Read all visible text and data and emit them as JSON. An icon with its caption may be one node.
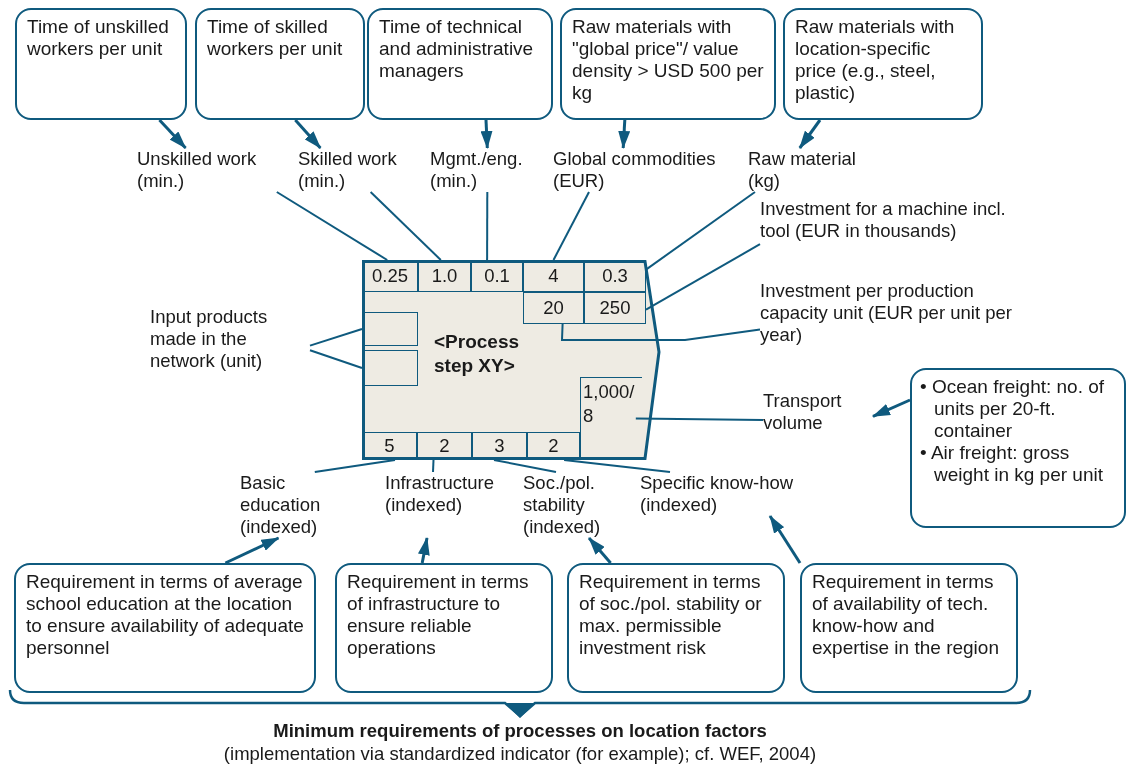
{
  "diagram": {
    "nodes": [
      {
        "text": [
          "Time of unskilled workers per unit"
        ]
      },
      {
        "text": [
          "Time of skilled workers per unit"
        ]
      },
      {
        "text": [
          "Time of technical and administrative managers"
        ]
      },
      {
        "text": [
          "Raw materials with \"global price\"/ value density > USD 500 per kg"
        ]
      },
      {
        "text": [
          "Raw materials with location-specific price (e.g., steel, plastic)"
        ]
      },
      {
        "text": [
          "Unskilled work (min.)"
        ]
      },
      {
        "text": [
          "Skilled work (min.)"
        ]
      },
      {
        "text": [
          "Mgmt./eng. (min.)"
        ]
      },
      {
        "text": [
          "Global commodities (EUR)"
        ]
      },
      {
        "text": [
          "Raw material (kg)"
        ]
      },
      {
        "text": [
          "Investment for a machine incl. tool (EUR in thousands)"
        ]
      },
      {
        "text": [
          "Investment per production capacity unit (EUR per unit per year)"
        ]
      },
      {
        "text": [
          "Input products made in the network (unit)"
        ]
      },
      {
        "text": [
          "<Process step XY>"
        ]
      },
      {
        "text": [
          "0.25"
        ],
        "in": 13
      },
      {
        "text": [
          "1.0"
        ],
        "in": 13
      },
      {
        "text": [
          "0.1"
        ],
        "in": 13
      },
      {
        "text": [
          "4"
        ],
        "in": 13
      },
      {
        "text": [
          "0.3"
        ],
        "in": 13
      },
      {
        "text": [
          "20"
        ],
        "in": 13
      },
      {
        "text": [
          "250"
        ],
        "in": 13
      },
      {
        "text": [],
        "shape": "box",
        "in": 13
      },
      {
        "text": [],
        "shape": "box",
        "in": 13
      },
      {
        "text": [
          "1,000/ 8"
        ],
        "in": 13
      },
      {
        "text": [
          "5"
        ],
        "in": 13
      },
      {
        "text": [
          "2"
        ],
        "in": 13
      },
      {
        "text": [
          "3"
        ],
        "in": 13
      },
      {
        "text": [
          "2"
        ],
        "in": 13
      },
      {
        "text": [
          "Transport volume"
        ]
      },
      {
        "text": [
          "• Ocean freight: no. of units per 20-ft. container",
          "• Air freight: gross weight in kg per unit"
        ]
      },
      {
        "text": [
          "Basic education (indexed)"
        ]
      },
      {
        "text": [
          "Infrastructure (indexed)"
        ]
      },
      {
        "text": [
          "Soc./pol. stability (indexed)"
        ]
      },
      {
        "text": [
          "Specific know-how (indexed)"
        ]
      },
      {
        "text": [
          "Requirement in terms of average school education at the location to ensure availability of adequate personnel"
        ]
      },
      {
        "text": [
          "Requirement in terms of infrastructure to ensure reliable operations"
        ]
      },
      {
        "text": [
          "Requirement in terms of soc./pol. stability or max. permissible investment risk"
        ]
      },
      {
        "text": [
          "Requirement in terms of availability of tech. know-how and expertise in the region"
        ]
      }
    ],
    "edges": [
      {
        "from": 0,
        "to": 5,
        "arrow": "to"
      },
      {
        "from": 1,
        "to": 6,
        "arrow": "to"
      },
      {
        "from": 2,
        "to": 7,
        "arrow": "to"
      },
      {
        "from": 3,
        "to": 8,
        "arrow": "to"
      },
      {
        "from": 4,
        "to": 9,
        "arrow": "to"
      },
      {
        "from": 5,
        "to": 14,
        "arrow": "none"
      },
      {
        "from": 6,
        "to": 15,
        "arrow": "none"
      },
      {
        "from": 7,
        "to": 16,
        "arrow": "none"
      },
      {
        "from": 8,
        "to": 17,
        "arrow": "none"
      },
      {
        "from": 9,
        "to": 18,
        "arrow": "none"
      },
      {
        "from": 10,
        "to": 20,
        "arrow": "none"
      },
      {
        "from": 11,
        "to": 19,
        "arrow": "none"
      },
      {
        "from": 12,
        "to": 21,
        "arrow": "none"
      },
      {
        "from": 12,
        "to": 22,
        "arrow": "none"
      },
      {
        "from": 28,
        "to": 23,
        "arrow": "none"
      },
      {
        "from": 29,
        "to": 28,
        "arrow": "to"
      },
      {
        "from": 30,
        "to": 24,
        "arrow": "none"
      },
      {
        "from": 31,
        "to": 25,
        "arrow": "none"
      },
      {
        "from": 32,
        "to": 26,
        "arrow": "none"
      },
      {
        "from": 33,
        "to": 27,
        "arrow": "none"
      },
      {
        "from": 34,
        "to": 30,
        "arrow": "to"
      },
      {
        "from": 35,
        "to": 31,
        "arrow": "to"
      },
      {
        "from": 36,
        "to": 32,
        "arrow": "to"
      },
      {
        "from": 37,
        "to": 33,
        "arrow": "to"
      }
    ],
    "labels": [
      "Minimum requirements of processes on location factors",
      "(implementation via standardized indicator (for example); cf. WEF, 2004)"
    ]
  }
}
